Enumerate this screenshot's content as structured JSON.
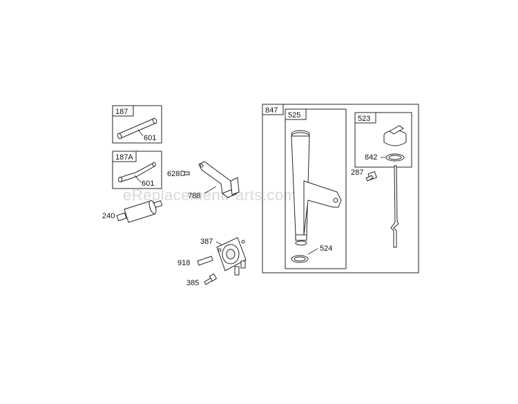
{
  "watermark": "eReplacementParts.com",
  "labels": {
    "p187": "187",
    "p187_601": "601",
    "p187a": "187A",
    "p187a_601": "601",
    "p628": "628",
    "p788": "788",
    "p240": "240",
    "p387": "387",
    "p918": "918",
    "p385": "385",
    "p847": "847",
    "p525": "525",
    "p524": "524",
    "p523": "523",
    "p842": "842",
    "p287": "287"
  }
}
